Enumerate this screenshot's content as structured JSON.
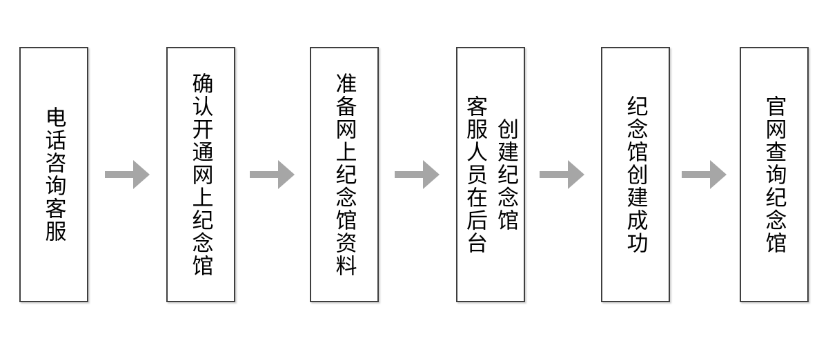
{
  "flowchart": {
    "type": "process-flow",
    "direction": "left-to-right",
    "steps": [
      {
        "label": "电话咨询客服",
        "lines": [
          "电话咨询客服"
        ]
      },
      {
        "label": "确认开通网上纪念馆",
        "lines": [
          "确认开通网上纪念馆"
        ]
      },
      {
        "label": "准备网上纪念馆资料",
        "lines": [
          "准备网上纪念馆资料"
        ]
      },
      {
        "label": "客服人员在后台创建纪念馆",
        "lines": [
          "客服人员在后台",
          "创建纪念馆"
        ]
      },
      {
        "label": "纪念馆创建成功",
        "lines": [
          "纪念馆创建成功"
        ]
      },
      {
        "label": "官网查询纪念馆",
        "lines": [
          "官网查询纪念馆"
        ]
      }
    ],
    "connectors": {
      "type": "block-arrow",
      "direction": "right",
      "count": 5
    },
    "colors": {
      "background": "#ffffff",
      "box_fill": "#ffffff",
      "box_border": "#3f3f3f",
      "text": "#000000",
      "arrow": "#a6a6a6"
    }
  }
}
